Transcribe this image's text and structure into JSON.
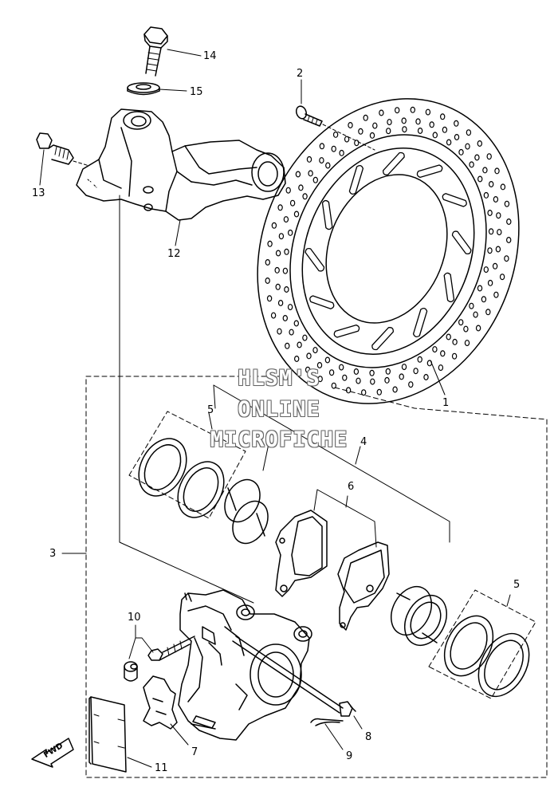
{
  "watermark": {
    "line1": "HLSM'S",
    "line2": "ONLINE",
    "line3": "MICROFICHE"
  },
  "callouts": {
    "p1": "1",
    "p2": "2",
    "p3": "3",
    "p4": "4",
    "p5a": "5",
    "p5b": "5",
    "p6": "6",
    "p7": "7",
    "p8": "8",
    "p9": "9",
    "p10": "10",
    "p11": "11",
    "p12": "12",
    "p13": "13",
    "p14": "14",
    "p15": "15"
  },
  "direction_arrow": "FWD"
}
